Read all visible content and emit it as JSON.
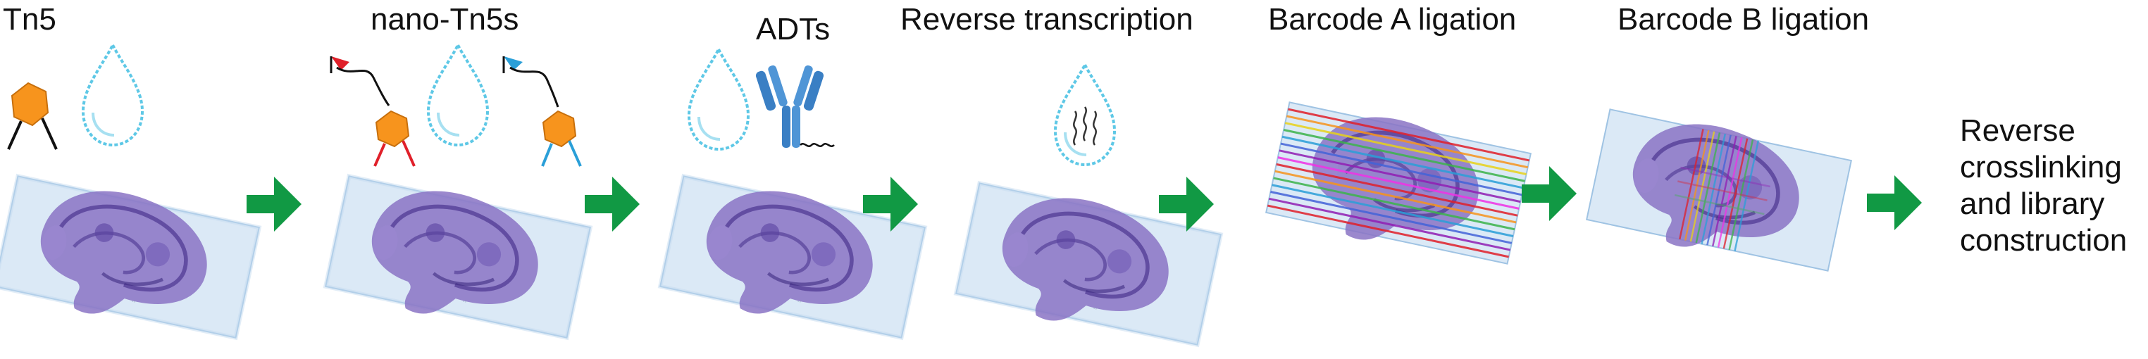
{
  "steps": [
    {
      "label": "Tn5"
    },
    {
      "label": "nano-Tn5s"
    },
    {
      "label": "ADTs"
    },
    {
      "label": "Reverse transcription"
    },
    {
      "label": "Barcode A ligation"
    },
    {
      "label": "Barcode B ligation"
    }
  ],
  "final_step": {
    "lines": [
      "Reverse",
      "crosslinking",
      "and library",
      "construction"
    ]
  },
  "colors": {
    "arrow": "#119944",
    "tn5": "#f7941d",
    "droplet": "#5ec8e6",
    "slide_fill": "#dbe9f6",
    "slide_edge": "#9fc3e3",
    "tissue": "#7b63b8",
    "antibody": "#3a7fc4",
    "linker_red": "#e0202a",
    "linker_blue": "#2a9fd8"
  },
  "icons": [
    "hexagon-enzyme-icon",
    "droplet-icon",
    "antibody-icon",
    "arrow-right-icon",
    "tissue-slide-icon"
  ]
}
